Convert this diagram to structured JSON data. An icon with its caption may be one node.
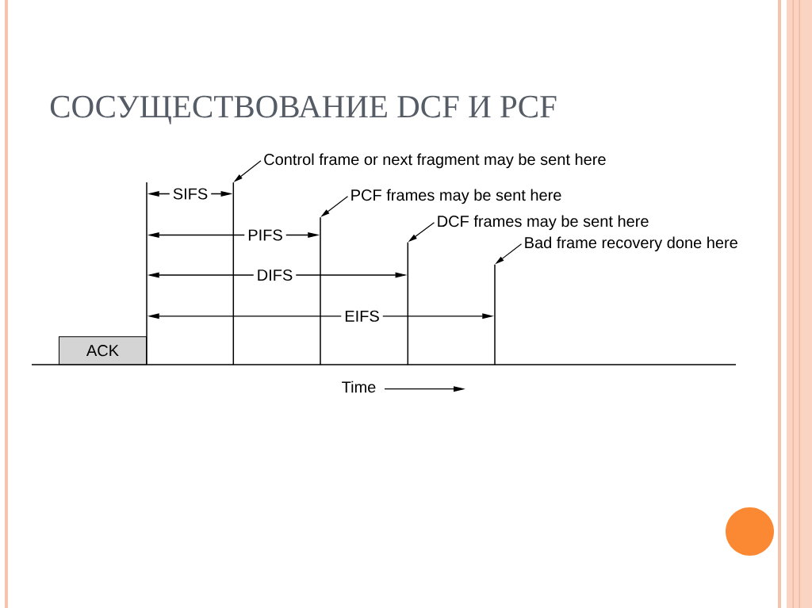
{
  "diagram": {
    "title": "СОСУЩЕСТВОВАНИЕ DCF И PCF",
    "nodes": [
      {
        "text": [
          "Control frame or next fragment may be sent here"
        ]
      },
      {
        "text": [],
        "shape": "line"
      },
      {
        "text": [
          "PCF frames may be sent here"
        ]
      },
      {
        "text": [],
        "shape": "line"
      },
      {
        "text": [
          "DCF frames may be sent here"
        ]
      },
      {
        "text": [],
        "shape": "line"
      },
      {
        "text": [
          "Bad frame recovery done here"
        ]
      },
      {
        "text": [],
        "shape": "line"
      },
      {
        "text": [
          "ACK"
        ]
      }
    ],
    "edges": [
      {
        "from": 0,
        "to": 1,
        "arrow": "to"
      },
      {
        "from": 2,
        "to": 3,
        "arrow": "to"
      },
      {
        "from": 4,
        "to": 5,
        "arrow": "to"
      },
      {
        "from": 6,
        "to": 7,
        "arrow": "to"
      }
    ],
    "labels": [
      "SIFS",
      "PIFS",
      "DIFS",
      "EIFS",
      "Time"
    ]
  }
}
